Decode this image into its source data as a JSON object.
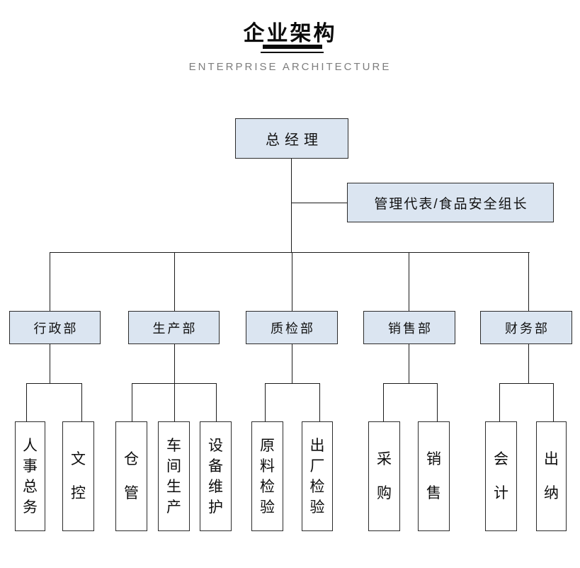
{
  "header": {
    "title": "企业架构",
    "subtitle": "ENTERPRISE ARCHITECTURE"
  },
  "org": {
    "root": {
      "label": "总经理"
    },
    "advisor": {
      "label": "管理代表/食品安全组长"
    },
    "departments": [
      {
        "label": "行政部",
        "children": [
          {
            "label": "人事总务"
          },
          {
            "label": "文控"
          }
        ]
      },
      {
        "label": "生产部",
        "children": [
          {
            "label": "仓管"
          },
          {
            "label": "车间生产"
          },
          {
            "label": "设备维护"
          }
        ]
      },
      {
        "label": "质检部",
        "children": [
          {
            "label": "原料检验"
          },
          {
            "label": "出厂检验"
          }
        ]
      },
      {
        "label": "销售部",
        "children": [
          {
            "label": "采购"
          },
          {
            "label": "销售"
          }
        ]
      },
      {
        "label": "财务部",
        "children": [
          {
            "label": "会计"
          },
          {
            "label": "出纳"
          }
        ]
      }
    ]
  },
  "colors": {
    "background": "#ffffff",
    "box_fill_blue": "#dbe5f1",
    "box_fill_white": "#ffffff",
    "box_border": "#2b2b2b",
    "connector_line": "#1b1b1b",
    "title_text": "#0a0a0a",
    "subtitle_text": "#7d7d7d"
  }
}
